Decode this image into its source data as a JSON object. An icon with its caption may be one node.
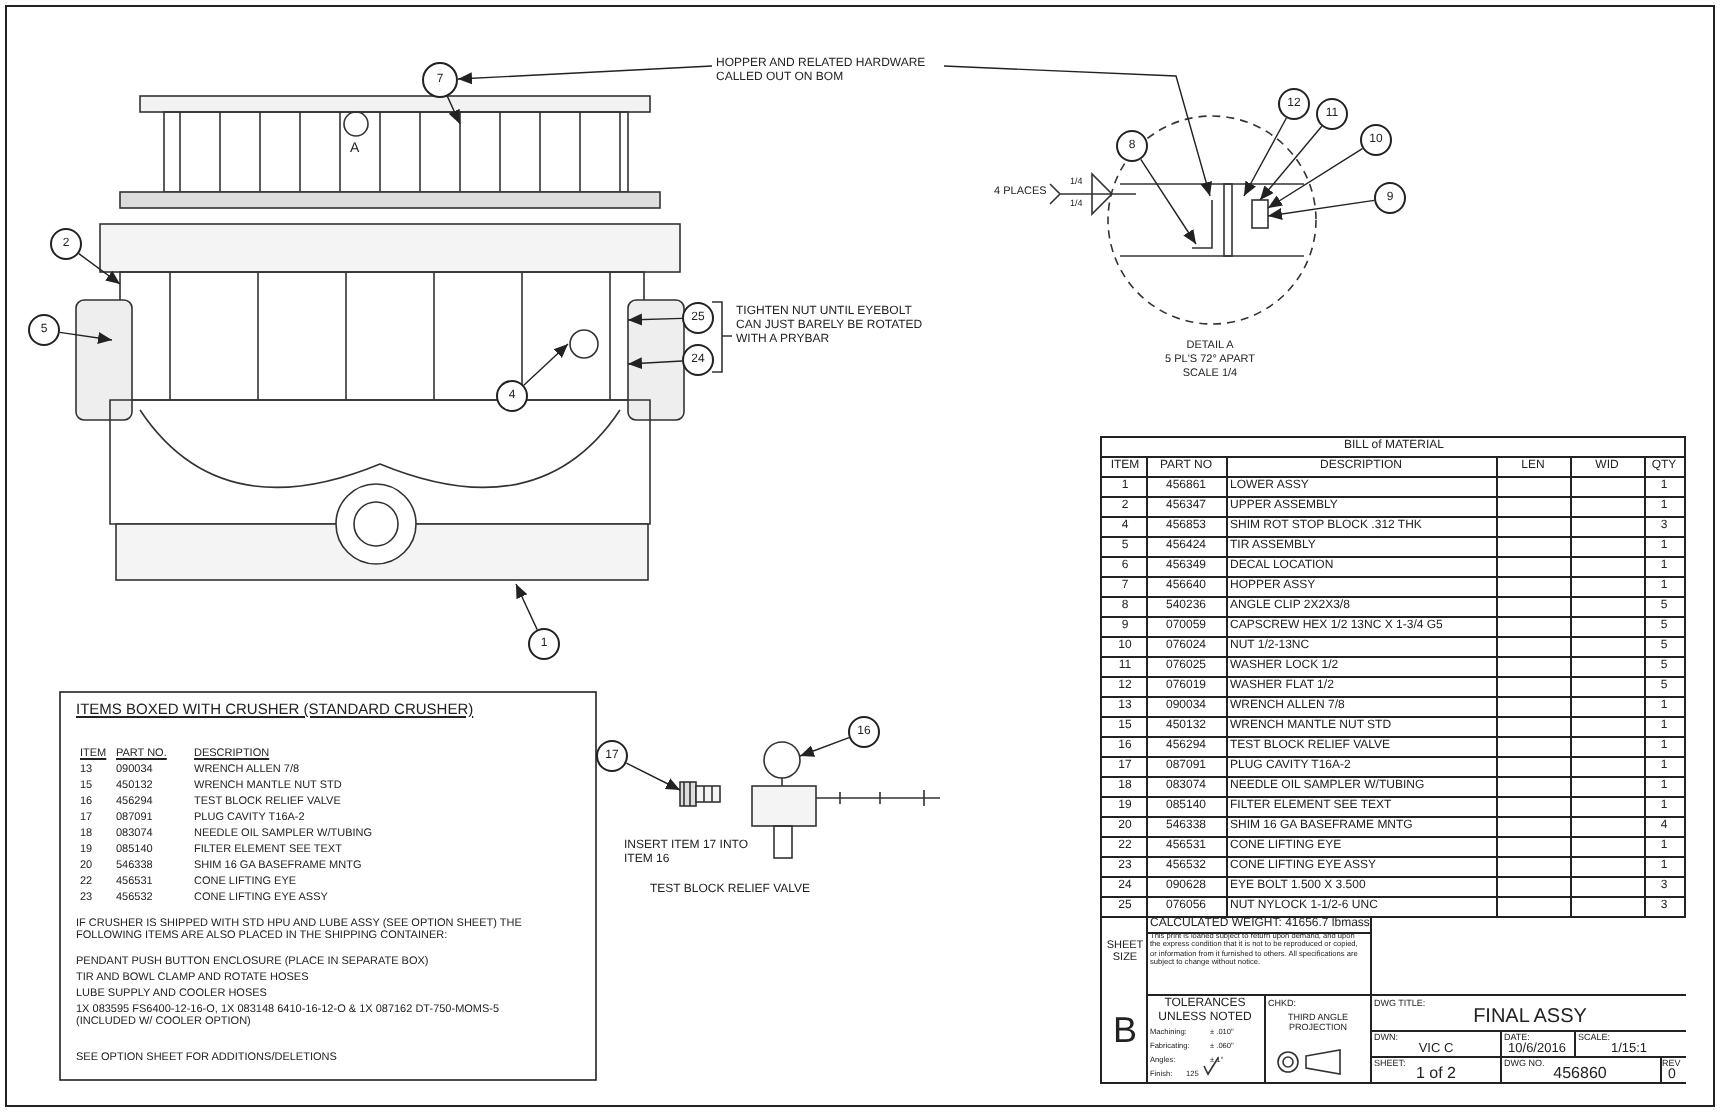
{
  "diagram": {
    "nodes": [
      {
        "text": [
          "7"
        ]
      },
      {
        "text": [
          "HOPPER AND RELATED HARDWARE CALLED OUT ON BOM"
        ]
      },
      {
        "text": [
          "12"
        ]
      },
      {
        "text": [
          "11"
        ]
      },
      {
        "text": [
          "8"
        ]
      },
      {
        "text": [
          "10"
        ]
      },
      {
        "text": [
          "9"
        ]
      },
      {
        "text": [
          "2"
        ]
      },
      {
        "text": [
          "5"
        ]
      },
      {
        "text": [
          "25"
        ]
      },
      {
        "text": [
          "4"
        ]
      },
      {
        "text": [
          "24"
        ]
      },
      {
        "text": [
          "1"
        ]
      },
      {
        "text": [
          "17"
        ]
      },
      {
        "text": [
          "16"
        ]
      },
      {
        "text": [],
        "shape": "picture"
      },
      {
        "text": [],
        "shape": "picture"
      }
    ],
    "edges": [
      {
        "from": 0,
        "to": null,
        "arrow": "to"
      },
      {
        "from": 1,
        "to": 0,
        "arrow": "to"
      },
      {
        "from": 1,
        "to": null,
        "arrow": "to"
      },
      {
        "from": 2,
        "to": null,
        "arrow": "to"
      },
      {
        "from": 3,
        "to": null,
        "arrow": "to"
      },
      {
        "from": 4,
        "to": null,
        "arrow": "to"
      },
      {
        "from": 5,
        "to": null,
        "arrow": "to"
      },
      {
        "from": 6,
        "to": null,
        "arrow": "to"
      },
      {
        "from": 7,
        "to": null,
        "arrow": "to"
      },
      {
        "from": 8,
        "to": null,
        "arrow": "to"
      },
      {
        "from": 9,
        "to": null,
        "arrow": "to"
      },
      {
        "from": 10,
        "to": null,
        "arrow": "to"
      },
      {
        "from": 11,
        "to": null,
        "arrow": "to"
      },
      {
        "from": 12,
        "to": null,
        "arrow": "to"
      },
      {
        "from": 13,
        "to": 15,
        "arrow": "to"
      },
      {
        "from": 14,
        "to": 16,
        "arrow": "to"
      }
    ],
    "labels": [
      "A",
      "4 PLACES",
      "1/4",
      "1/4",
      "DETAIL A",
      "5 PL'S 72° APART",
      "SCALE 1/4",
      "TIGHTEN NUT UNTIL EYEBOLT CAN JUST BARELY BE ROTATED WITH A PRYBAR",
      "BILL of MATERIAL",
      "ITEM",
      "PART NO",
      "DESCRIPTION",
      "LEN",
      "WID",
      "QTY",
      "1",
      "456861",
      "LOWER ASSY",
      "1",
      "2",
      "456347",
      "UPPER ASSEMBLY",
      "1",
      "4",
      "456853",
      "SHIM ROT STOP BLOCK .312 THK",
      "3",
      "5",
      "456424",
      "TIR ASSEMBLY",
      "1",
      "6",
      "456349",
      "DECAL LOCATION",
      "1",
      "7",
      "456640",
      "HOPPER ASSY",
      "1",
      "8",
      "540236",
      "ANGLE CLIP 2X2X3/8",
      "5",
      "9",
      "070059",
      "CAPSCREW HEX 1/2 13NC X 1-3/4 G5",
      "5",
      "10",
      "076024",
      "NUT 1/2-13NC",
      "5",
      "11",
      "076025",
      "WASHER LOCK 1/2",
      "5",
      "12",
      "076019",
      "WASHER FLAT 1/2",
      "5",
      "13",
      "090034",
      "WRENCH ALLEN 7/8",
      "1",
      "15",
      "450132",
      "WRENCH MANTLE NUT STD",
      "1",
      "16",
      "456294",
      "TEST BLOCK RELIEF VALVE",
      "1",
      "17",
      "087091",
      "PLUG CAVITY T16A-2",
      "1",
      "18",
      "083074",
      "NEEDLE OIL SAMPLER W/TUBING",
      "1",
      "19",
      "085140",
      "FILTER ELEMENT SEE TEXT",
      "1",
      "20",
      "546338",
      "SHIM 16 GA BASEFRAME MNTG",
      "4",
      "22",
      "456531",
      "CONE LIFTING EYE",
      "1",
      "23",
      "456532",
      "CONE LIFTING EYE ASSY",
      "1",
      "24",
      "090628",
      "EYE BOLT 1.500 X 3.500",
      "3",
      "25",
      "076056",
      "NUT NYLOCK 1-1/2-6 UNC",
      "3",
      "ITEMS BOXED WITH CRUSHER (STANDARD CRUSHER)",
      "ITEM",
      "PART NO.",
      "DESCRIPTION",
      "13",
      "090034",
      "WRENCH ALLEN 7/8",
      "15",
      "450132",
      "WRENCH MANTLE NUT STD",
      "16",
      "456294",
      "TEST BLOCK RELIEF VALVE",
      "17",
      "087091",
      "PLUG CAVITY T16A-2",
      "18",
      "083074",
      "NEEDLE OIL SAMPLER W/TUBING",
      "19",
      "085140",
      "FILTER ELEMENT SEE TEXT",
      "20",
      "546338",
      "SHIM 16 GA BASEFRAME MNTG",
      "22",
      "456531",
      "CONE LIFTING EYE",
      "23",
      "456532",
      "CONE LIFTING EYE ASSY",
      "IF CRUSHER IS SHIPPED WITH STD HPU AND LUBE ASSY (SEE OPTION SHEET) THE FOLLOWING ITEMS ARE ALSO PLACED IN THE SHIPPING CONTAINER:",
      "PENDANT PUSH BUTTON ENCLOSURE (PLACE IN SEPARATE BOX)",
      "TIR AND BOWL CLAMP AND ROTATE HOSES",
      "LUBE SUPPLY AND COOLER HOSES",
      "1X 083595 FS6400-12-16-O, 1X 083148 6410-16-12-O & 1X 087162 DT-750-MOMS-5 (INCLUDED W/ COOLER OPTION)",
      "SEE OPTION SHEET FOR ADDITIONS/DELETIONS",
      "INSERT ITEM 17 INTO ITEM 16",
      "TEST BLOCK RELIEF VALVE",
      "CALCULATED WEIGHT: 41656.7 lbmass",
      "This print is loaned subject to return upon demand, and upon the express condition that it is not to be reproduced or copied, or information from it furnished to others. All specifications are subject to change without notice.",
      "SHEET SIZE",
      "B",
      "TOLERANCES UNLESS NOTED",
      "Machining:",
      "± .010\"",
      "Fabricating:",
      "± .060\"",
      "Angles:",
      "± 1°",
      "Finish:",
      "125",
      "CHKD:",
      "THIRD ANGLE PROJECTION",
      "DWG TITLE:",
      "FINAL ASSY",
      "DWN:",
      "VIC C",
      "DATE:",
      "10/6/2016",
      "SCALE:",
      "1/15:1",
      "SHEET:",
      "1 of 2",
      "DWG NO.",
      "456860",
      "REV",
      "0"
    ]
  }
}
